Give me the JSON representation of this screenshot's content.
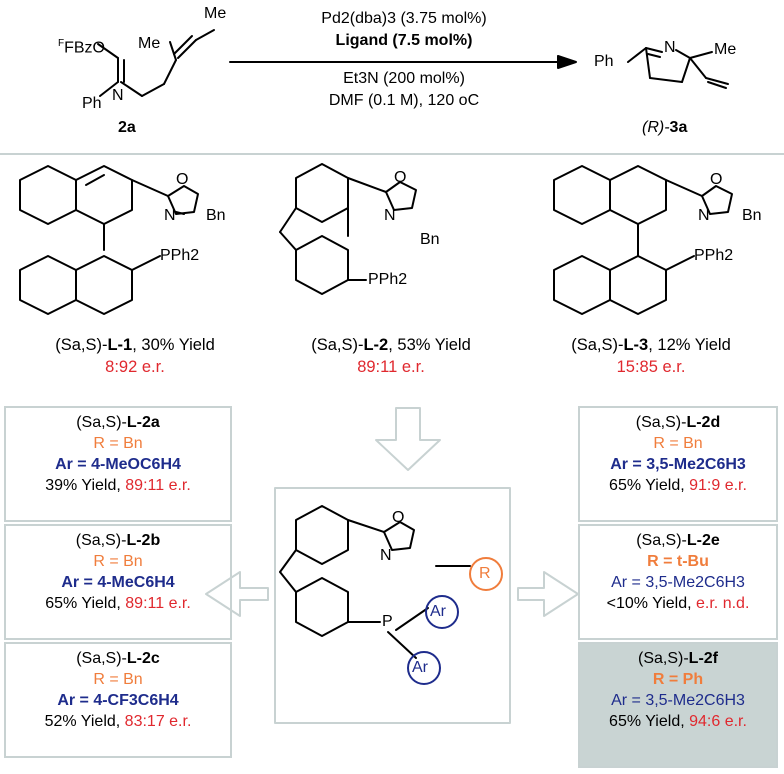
{
  "scheme": {
    "substrate": {
      "label": "2a",
      "groups": {
        "fbzo": "FBzO",
        "me1": "Me",
        "me2": "Me",
        "ph": "Ph",
        "n": "N"
      }
    },
    "product": {
      "label_prefix": "(R)-",
      "label_bold": "3a",
      "groups": {
        "ph": "Ph",
        "n": "N",
        "me": "Me"
      }
    },
    "conditions": [
      "Pd2(dba)3 (3.75 mol%)",
      "Ligand (7.5 mol%)",
      "Et3N (200 mol%)",
      "DMF (0.1 M), 120 oC"
    ]
  },
  "ligands_top": [
    {
      "prefix": "(Sa,S)-",
      "name": "L-1",
      "yield": "30% Yield",
      "er": "8:92 e.r."
    },
    {
      "prefix": "(Sa,S)-",
      "name": "L-2",
      "yield": "53% Yield",
      "er": "89:11 e.r."
    },
    {
      "prefix": "(Sa,S)-",
      "name": "L-3",
      "yield": "12% Yield",
      "er": "15:85 e.r."
    }
  ],
  "atom_labels": {
    "o": "O",
    "n": "N",
    "bn": "Bn",
    "pph2": "PPh2",
    "p": "P",
    "r": "R",
    "ar": "Ar"
  },
  "variants_left": [
    {
      "prefix": "(Sa,S)-",
      "name": "L-2a",
      "r": "R = Bn",
      "ar": "Ar = 4-MeOC6H4",
      "yield": "39% Yield,",
      "er": "89:11 e.r."
    },
    {
      "prefix": "(Sa,S)-",
      "name": "L-2b",
      "r": "R = Bn",
      "ar": "Ar = 4-MeC6H4",
      "yield": "65% Yield,",
      "er": "89:11 e.r."
    },
    {
      "prefix": "(Sa,S)-",
      "name": "L-2c",
      "r": "R = Bn",
      "ar": "Ar = 4-CF3C6H4",
      "yield": "52% Yield,",
      "er": "83:17 e.r."
    }
  ],
  "variants_right": [
    {
      "prefix": "(Sa,S)-",
      "name": "L-2d",
      "r": "R = Bn",
      "ar": "Ar = 3,5-Me2C6H3",
      "yield": "65% Yield,",
      "er": "91:9 e.r.",
      "highlight": false
    },
    {
      "prefix": "(Sa,S)-",
      "name": "L-2e",
      "r": "R = t-Bu",
      "ar": "Ar = 3,5-Me2C6H3",
      "yield": "<10% Yield,",
      "er": "e.r. n.d.",
      "highlight": false
    },
    {
      "prefix": "(Sa,S)-",
      "name": "L-2f",
      "r": "R = Ph",
      "ar": "Ar = 3,5-Me2C6H3",
      "yield": "65% Yield,",
      "er": "94:6 e.r.",
      "highlight": true
    }
  ],
  "colors": {
    "red": "#e0282e",
    "orange": "#f07d3c",
    "navy": "#1e2c8c",
    "box_border": "#c8d2d2",
    "highlight": "#c9d4d3"
  }
}
